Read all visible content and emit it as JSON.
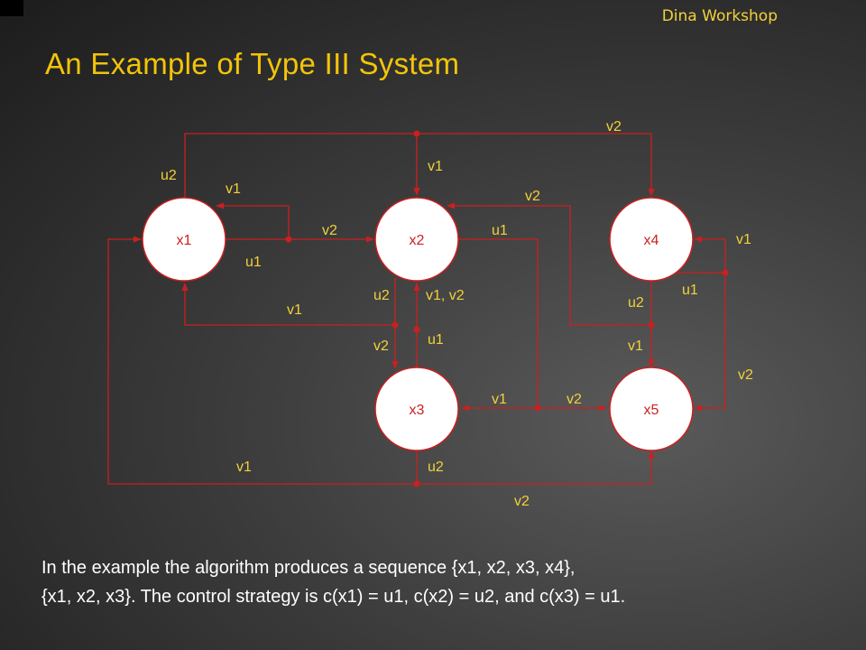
{
  "header": {
    "text": "Dina Workshop"
  },
  "title": "An Example of Type III System",
  "diagram": {
    "nodes": {
      "x1": "x1",
      "x2": "x2",
      "x3": "x3",
      "x4": "x4",
      "x5": "x5"
    },
    "labels": {
      "top_v2": "v2",
      "x1_u2": "u2",
      "x1_self_v1": "v1",
      "x1_x2_v2": "v2",
      "x1_u1": "u1",
      "x2_in_v1": "v1",
      "x2_v2_right": "v2",
      "x2_u1": "u1",
      "x2_u2": "u2",
      "x2_v1v2": "v1, v2",
      "x2_x1_v1": "v1",
      "x2_x3_v2": "v2",
      "x3_u1": "u1",
      "x3_v1": "v1",
      "x3_v2": "v2",
      "x3_u2": "u2",
      "x4_v1": "v1",
      "x4_u1": "u1",
      "x4_u2": "u2",
      "x5_v1": "v1",
      "x5_v2_right": "v2",
      "bottom_v1": "v1",
      "bottom_v2": "v2"
    }
  },
  "caption": {
    "line1": "In the example the algorithm produces a sequence {x1, x2, x3, x4},",
    "line2": "{x1, x2, x3}. The control strategy is c(x1) = u1, c(x2) = u2, and c(x3) = u1."
  }
}
